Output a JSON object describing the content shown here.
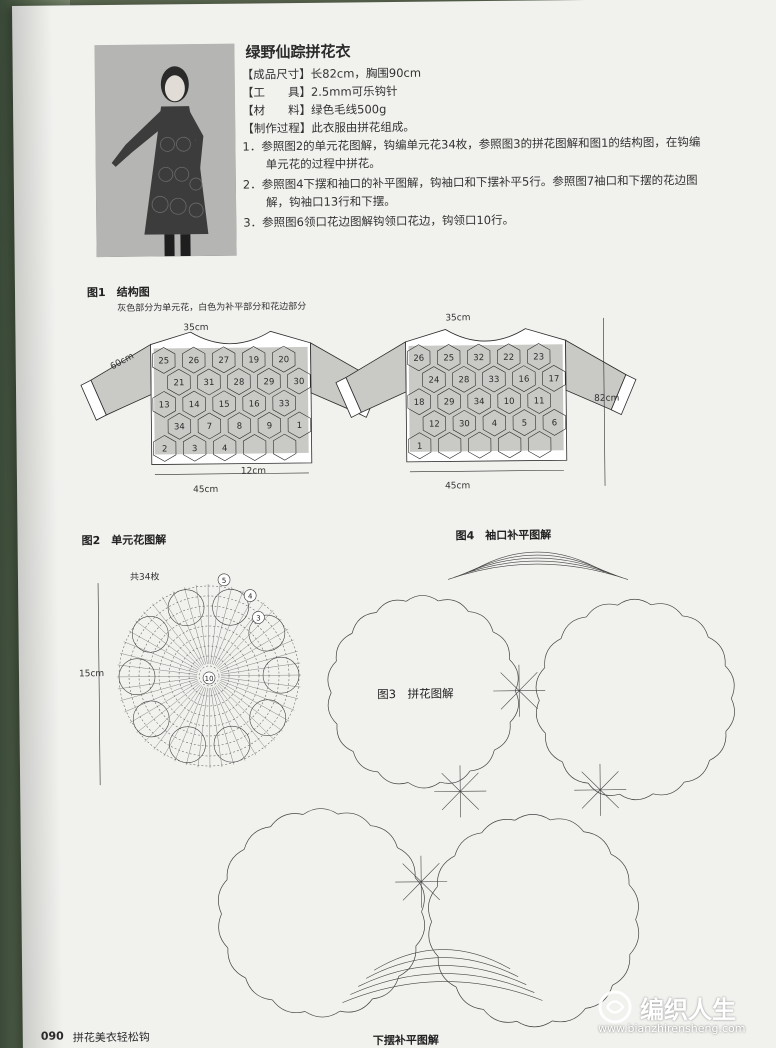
{
  "pattern": {
    "title": "绿野仙踪拼花衣",
    "specs": [
      "【成品尺寸】长82cm，胸围90cm",
      "【工　　具】2.5mm可乐钩针",
      "【材　　料】绿色毛线500g",
      "【制作过程】此衣服由拼花组成。"
    ],
    "steps": [
      "1．参照图2的单元花图解，钩编单元花34枚，参照图3的拼花图解和图1的结构图，在钩编",
      "单元花的过程中拼花。",
      "2．参照图4下摆和袖口的补平图解，钩袖口和下摆补平5行。参照图7袖口和下摆的花边图",
      "解，钩袖口13行和下摆。",
      "3．参照图6领口花边图解钩领口花边，钩领口10行。"
    ]
  },
  "figure1": {
    "title": "图1　结构图",
    "note": "灰色部分为单元花，白色为补平部分和花边部分",
    "front_numbers": [
      "25",
      "26",
      "27",
      "19",
      "20",
      "21",
      "31",
      "28",
      "29",
      "30",
      "13",
      "14",
      "15",
      "16",
      "33",
      "34",
      "7",
      "8",
      "9",
      "1",
      "2",
      "3",
      "4"
    ],
    "back_numbers": [
      "26",
      "25",
      "32",
      "22",
      "23",
      "24",
      "28",
      "33",
      "16",
      "17",
      "18",
      "29",
      "34",
      "10",
      "11",
      "12",
      "30",
      "4",
      "5",
      "6",
      "1"
    ],
    "dims": {
      "neck": "35cm",
      "sleeve": "60cm",
      "hem_depth": "12cm",
      "width": "45cm",
      "length": "82cm"
    }
  },
  "figure2": {
    "title": "图2　单元花图解",
    "count": "共34枚",
    "size": "15cm",
    "rounds": [
      "5",
      "4",
      "3",
      "10"
    ]
  },
  "figure3": {
    "title": "图3　拼花图解"
  },
  "figure4": {
    "title": "图4　袖口补平图解"
  },
  "hem_caption": "下摆补平图解",
  "footer": {
    "page_number": "090",
    "book_title": "拼花美衣轻松钩"
  },
  "watermark": {
    "logo_text": "编织人生",
    "url": "www.bianzhirensheng.com"
  },
  "colors": {
    "page": "#f1f1ee",
    "ink": "#2b2b2b",
    "gray_fill": "#c9c9c6"
  }
}
